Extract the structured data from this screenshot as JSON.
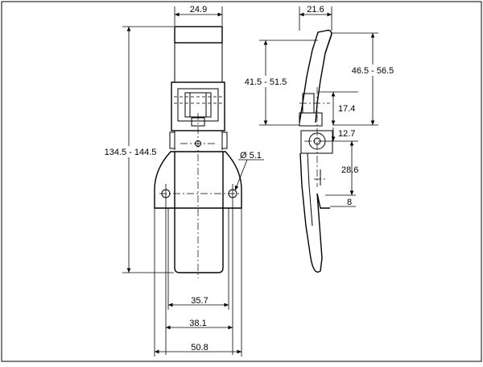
{
  "dimensions": {
    "top_width": "24.9",
    "overall_height": "134.5 - 144.5",
    "hole_diameter": "Ø 5.1",
    "inner_width": "35.7",
    "hole_spacing": "38.1",
    "base_width": "50.8",
    "side_depth": "21.6",
    "catch_height": "41.5 - 51.5",
    "lever_height": "46.5 - 56.5",
    "pivot_offset": "17.4",
    "pivot_to_base": "12.7",
    "base_to_hole": "28.6",
    "lip": "8"
  }
}
